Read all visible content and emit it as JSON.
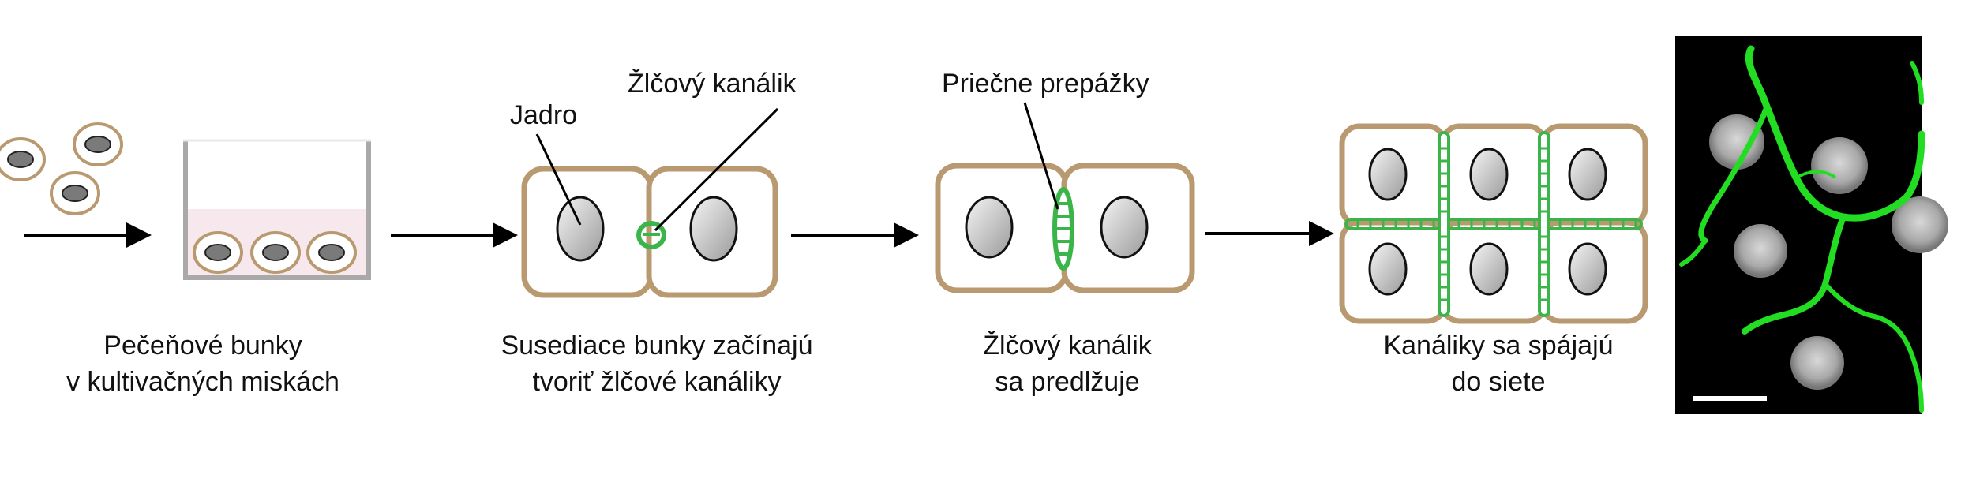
{
  "labels": {
    "stage1": {
      "line1": "Pečeňové bunky",
      "line2": "v kultivačných miskách"
    },
    "stage2": {
      "line1": "Susediace bunky začínajú",
      "line2": "tvoriť žlčové kanáliky"
    },
    "stage3": {
      "line1": "Žlčový kanálik",
      "line2": "sa predlžuje"
    },
    "stage4": {
      "line1": "Kanáliky sa spájajú",
      "line2": "do siete"
    }
  },
  "callouts": {
    "nucleus": "Jadro",
    "bile_canaliculus": "Žlčový kanálik",
    "septa": "Priečne prepážky"
  },
  "colors": {
    "cell_border": "#b99a70",
    "canaliculus": "#3bb54a",
    "nucleus_dark": "#6b6b6b",
    "dish_medium": "#f7e8ee",
    "dish_wall": "#a9a9a9",
    "micrograph_bg": "#000000",
    "micrograph_signal": "#22dd22"
  }
}
